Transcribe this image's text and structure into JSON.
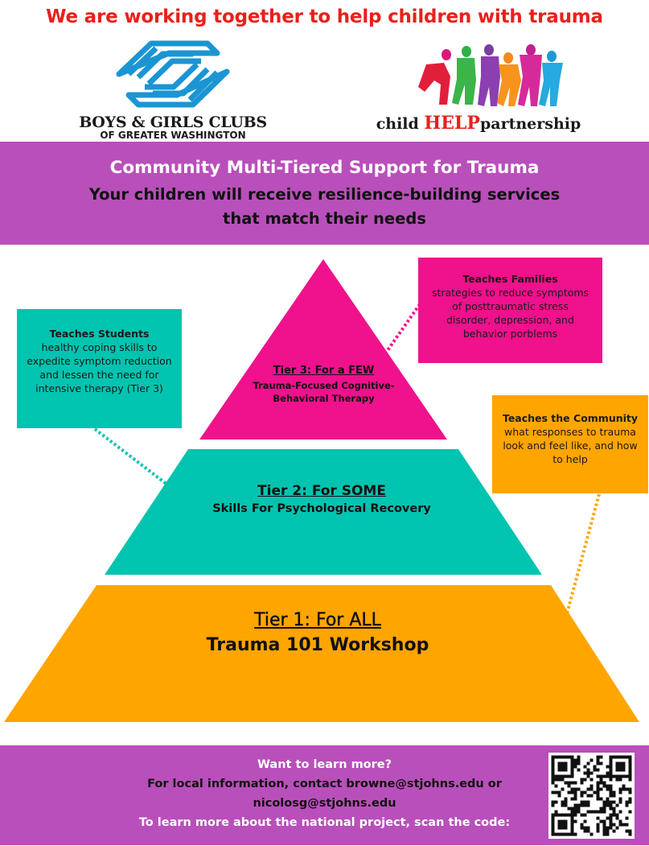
{
  "headline": "We are working together to help children with trauma",
  "logos": {
    "bgc_line1": "BOYS & GIRLS CLUBS",
    "bgc_line2": "OF GREATER WASHINGTON",
    "chp_child": "child ",
    "chp_help": "HELP",
    "chp_partnership": "partnership"
  },
  "banner": {
    "title": "Community Multi-Tiered Support for Trauma",
    "subtitle_line1": "Your children will receive resilience-building services",
    "subtitle_line2": "that match their needs"
  },
  "tiers": {
    "tier3": {
      "label": "Tier 3:  For a FEW",
      "desc_line1": "Trauma-Focused Cognitive-",
      "desc_line2": "Behavioral Therapy"
    },
    "tier2": {
      "label": "Tier 2: For SOME",
      "desc": "Skills For Psychological Recovery"
    },
    "tier1": {
      "label": "Tier 1: For ALL ",
      "desc": "Trauma 101 Workshop"
    }
  },
  "callouts": {
    "students": {
      "heading": "Teaches Students",
      "lines": [
        "healthy coping skills to",
        "expedite symptom reduction",
        "and lessen the need for",
        "intensive therapy (Tier 3)"
      ]
    },
    "families": {
      "heading": "Teaches Families",
      "lines": [
        "strategies to reduce symptoms",
        "of posttraumatic stress",
        "disorder, depression, and",
        "behavior porblems"
      ]
    },
    "community": {
      "heading": "Teaches the Community",
      "lines": [
        "what responses to trauma",
        "look and feel like, and how",
        "to help"
      ]
    }
  },
  "footer": {
    "line1": "Want to learn more?",
    "line2": "For local information, contact browne@stjohns.edu or",
    "line3": "nicolosg@stjohns.edu",
    "line4": "To learn more about the national project, scan the code:"
  },
  "colors": {
    "headline": "#e8201c",
    "band": "#b94fbb",
    "tier3": "#f0118c",
    "tier2": "#00c4b0",
    "tier1": "#ffa500",
    "callout_students": "#00c4b0",
    "callout_families": "#f0118c",
    "callout_community": "#ffa500",
    "bgc_logo": "#1b95d2"
  }
}
